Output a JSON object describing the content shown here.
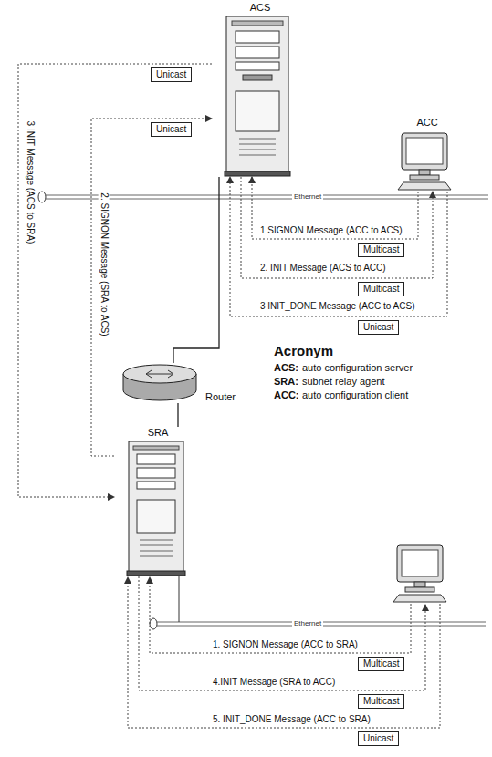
{
  "diagram": {
    "nodes": [
      {
        "text": [
          "ACS"
        ]
      },
      {
        "text": [
          "Unicast"
        ]
      },
      {
        "text": [
          "Unicast"
        ]
      },
      {
        "text": [
          "ACC"
        ]
      },
      {
        "text": [
          "Multicast"
        ]
      },
      {
        "text": [
          "Multicast"
        ]
      },
      {
        "text": [
          "Unicast"
        ]
      },
      {
        "text": [
          "Router"
        ]
      },
      {
        "text": [
          "SRA"
        ]
      },
      {
        "text": [
          "Multicast"
        ]
      },
      {
        "text": [
          "Multicast"
        ]
      },
      {
        "text": [
          "Unicast"
        ]
      }
    ],
    "edges": [
      {
        "from": 3,
        "to": 0,
        "label": "1 SIGNON Message (ACC to ACS)",
        "arrow": "to"
      },
      {
        "from": 0,
        "to": 3,
        "label": "2. INIT Message (ACS to ACC)",
        "arrow": "to"
      },
      {
        "from": 3,
        "to": 0,
        "label": "3 INIT_DONE Message (ACC to ACS)",
        "arrow": "to"
      },
      {
        "from": 8,
        "to": 0,
        "label": "2. SIGNON Message (SRA to ACS)",
        "arrow": "to"
      },
      {
        "from": 0,
        "to": 8,
        "label": "3 INIT Message (ACS to SRA)",
        "arrow": "to"
      },
      {
        "from": 0,
        "to": 7,
        "arrow": "none"
      },
      {
        "from": 7,
        "to": 8,
        "arrow": "none"
      }
    ],
    "labels": [
      "Ethernet",
      "Ethernet",
      "Acronym",
      "ACS:",
      "auto configuration server",
      "SRA:",
      "subnet relay agent",
      "ACC:",
      "auto configuration client",
      "1. SIGNON Message (ACC to SRA)",
      "4.INIT Message (SRA to ACC)",
      "5. INIT_DONE Message (ACC to SRA)"
    ]
  }
}
